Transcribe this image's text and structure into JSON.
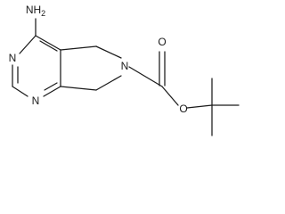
{
  "molecule": {
    "atoms": {
      "amino": "NH2",
      "amino_main": "NH",
      "amino_sub": "2",
      "n_top": "N",
      "n_bottom": "N",
      "n_ring": "N",
      "o_carbonyl": "O",
      "o_ester": "O"
    }
  },
  "colors": {
    "line": "#1a1a1a",
    "background": "#ffffff"
  }
}
